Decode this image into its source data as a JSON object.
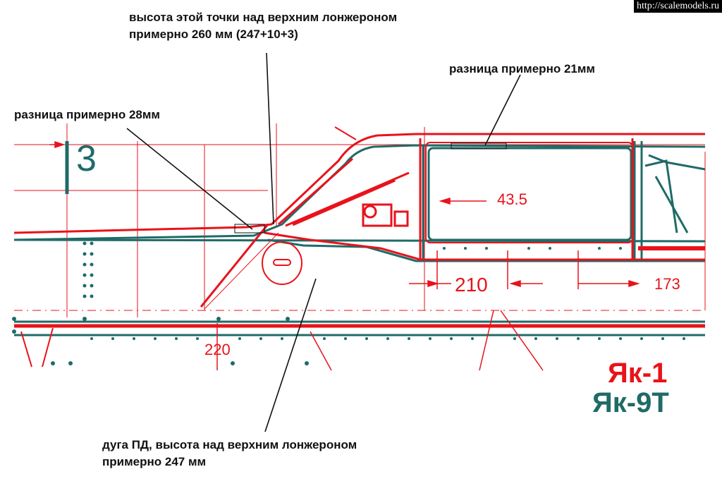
{
  "watermark": "http://scalemodels.ru",
  "annotations": {
    "top_point_line1": "высота этой точки над верхним лонжероном",
    "top_point_line2": "примерно 260 мм (247+10+3)",
    "diff_28": "разница примерно 28мм",
    "diff_21": "разница примерно 21мм",
    "arc_line1": "дуга ПД, высота над верхним лонжероном",
    "arc_line2": "примерно 247 мм"
  },
  "dimensions": {
    "d43": "43.5",
    "d210": "210",
    "d173": "173",
    "d220": "220",
    "frame_number": "3"
  },
  "legend": {
    "yak1": "Як-1",
    "yak9t": "Як-9Т",
    "yak1_color": "#e8131b",
    "yak9t_color": "#1f6b68"
  }
}
